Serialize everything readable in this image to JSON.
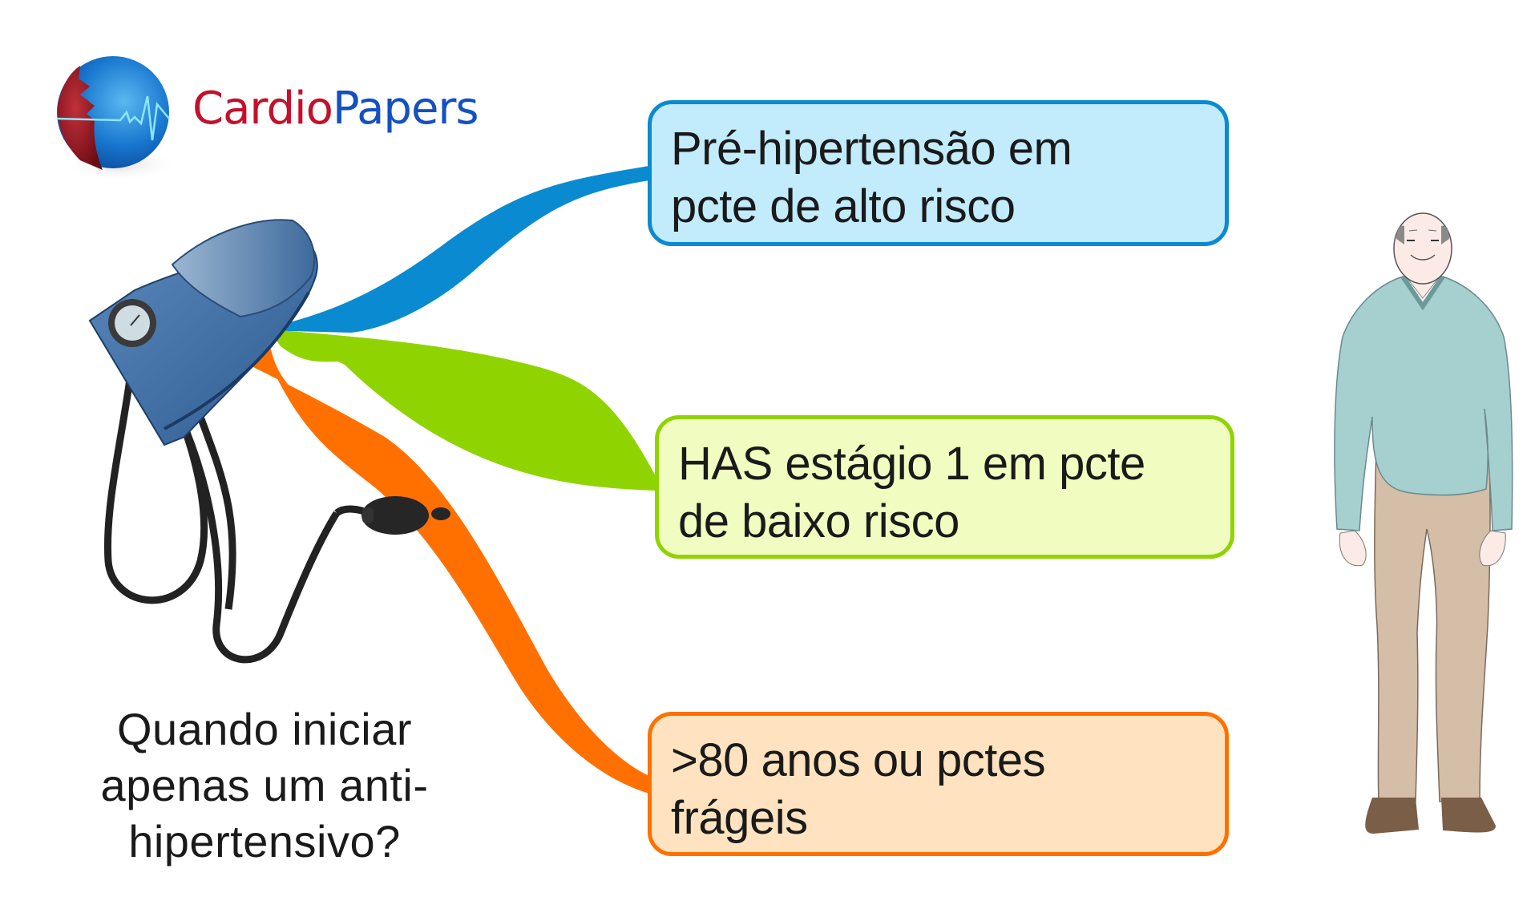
{
  "logo": {
    "text_part1": "Cardio",
    "text_part2": "Papers",
    "colors": {
      "cardio": "#c4102b",
      "papers": "#1450c0"
    },
    "icon": "heart-globe-ecg-icon"
  },
  "question": {
    "lines": [
      "Quando iniciar",
      "apenas um anti-",
      "hipertensivo?"
    ]
  },
  "branches": [
    {
      "color": "#0a8ad0",
      "fill": "#c2ebfb",
      "lines": [
        "Pré-hipertensão em",
        "pcte de alto risco"
      ]
    },
    {
      "color": "#8fd400",
      "fill": "#f1fcc0",
      "lines": [
        "HAS estágio 1 em pcte",
        "de baixo risco"
      ]
    },
    {
      "color": "#ff7000",
      "fill": "#ffe3c0",
      "lines": [
        ">80 anos ou pctes",
        "frágeis"
      ]
    }
  ],
  "illustrations": {
    "left": "sphygmomanometer-icon",
    "right": "elderly-man-illustration"
  }
}
